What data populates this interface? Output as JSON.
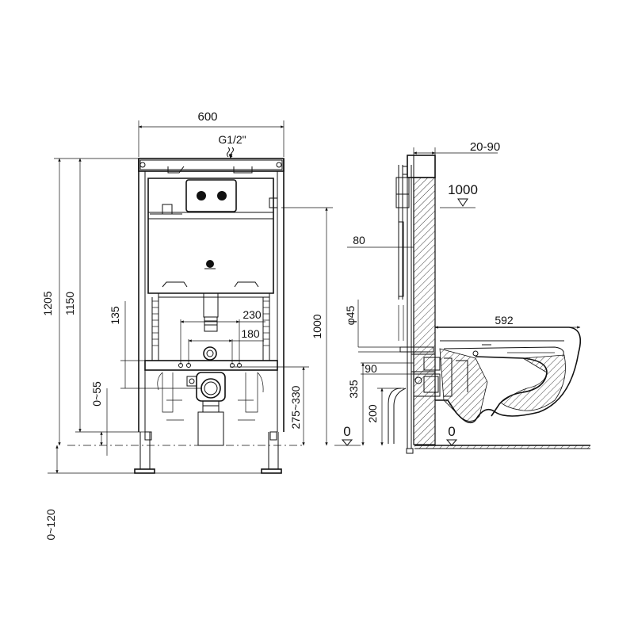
{
  "front_view": {
    "width": "600",
    "supply": "G1/2\"",
    "total_height": "1205",
    "frame_height": "1150",
    "actuation_height": "1000",
    "pipe_spacing_outer": "230",
    "pipe_spacing_inner": "180",
    "inlet_offset": "135",
    "foot_adjust": "0~55",
    "waste_height": "275~330",
    "floor_adjust": "0~120",
    "floor_level": "0"
  },
  "side_view": {
    "wall_depth": "20-90",
    "reference_level": "1000",
    "frame_depth": "80",
    "pipe_diameter": "φ45",
    "pipe_offset": "90",
    "inlet_height": "335",
    "waste_height": "200",
    "floor_level": "0",
    "bowl_projection": "592"
  }
}
